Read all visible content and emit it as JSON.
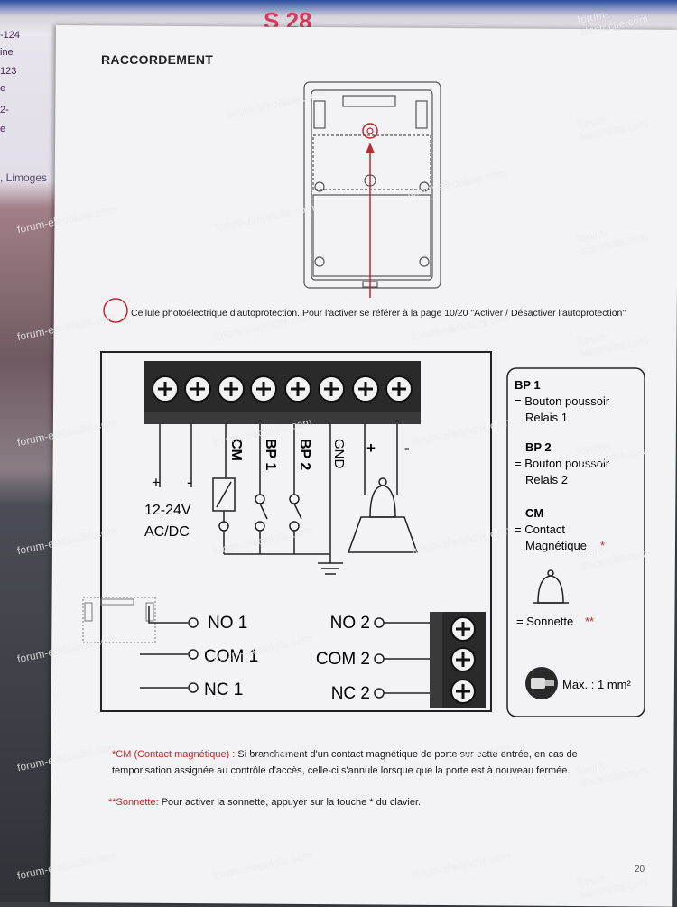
{
  "heading": "RACCORDEMENT",
  "caption": "Cellule photoélectrique d'autoprotection. Pour l'activer se référer à la page 10/20 \"Activer / Désactiver l'autoprotection\"",
  "terminals": {
    "cm": "CM",
    "bp1": "BP 1",
    "bp2": "BP 2",
    "gnd": "GND",
    "plus": "+",
    "minus": "-",
    "supply_plus": "+",
    "supply_minus": "-",
    "voltage": "12-24V",
    "current_type": "AC/DC"
  },
  "relay": {
    "no1": "NO 1",
    "com1": "COM 1",
    "nc1": "NC 1",
    "no2": "NO 2",
    "com2": "COM 2",
    "nc2": "NC 2"
  },
  "legend": {
    "bp1_title": "BP 1",
    "bp1_line1": "= Bouton poussoir",
    "bp1_line2": "Relais 1",
    "bp2_title": "BP 2",
    "bp2_line1": "= Bouton poussoir",
    "bp2_line2": "Relais 2",
    "cm_title": "CM",
    "cm_line1": "= Contact",
    "cm_line2": "Magnétique",
    "cm_mark": "*",
    "bell_label": "= Sonnette",
    "bell_mark": "**",
    "wire_max": "Max. : 1 mm²"
  },
  "notes": {
    "cm_label": "*CM (Contact magnétique) :",
    "cm_text1": "Si branchement d'un contact magnétique de porte sur cette entrée, en cas de",
    "cm_text2": "temporisation assignée au contrôle d'accès, celle-ci s'annule lorsque que la porte est à nouveau fermée.",
    "bell_label": "**Sonnette:",
    "bell_text": "Pour activer la sonnette, appuyer sur la touche * du clavier."
  },
  "background": {
    "top_digits": "S 28",
    "left_1": "-124",
    "left_2": "ine",
    "left_3": "123",
    "left_4": "e",
    "left_5": "2-",
    "left_6": "e",
    "left_city": ", Limoges"
  },
  "watermark": "forum-electricite.com",
  "page_number": "20"
}
